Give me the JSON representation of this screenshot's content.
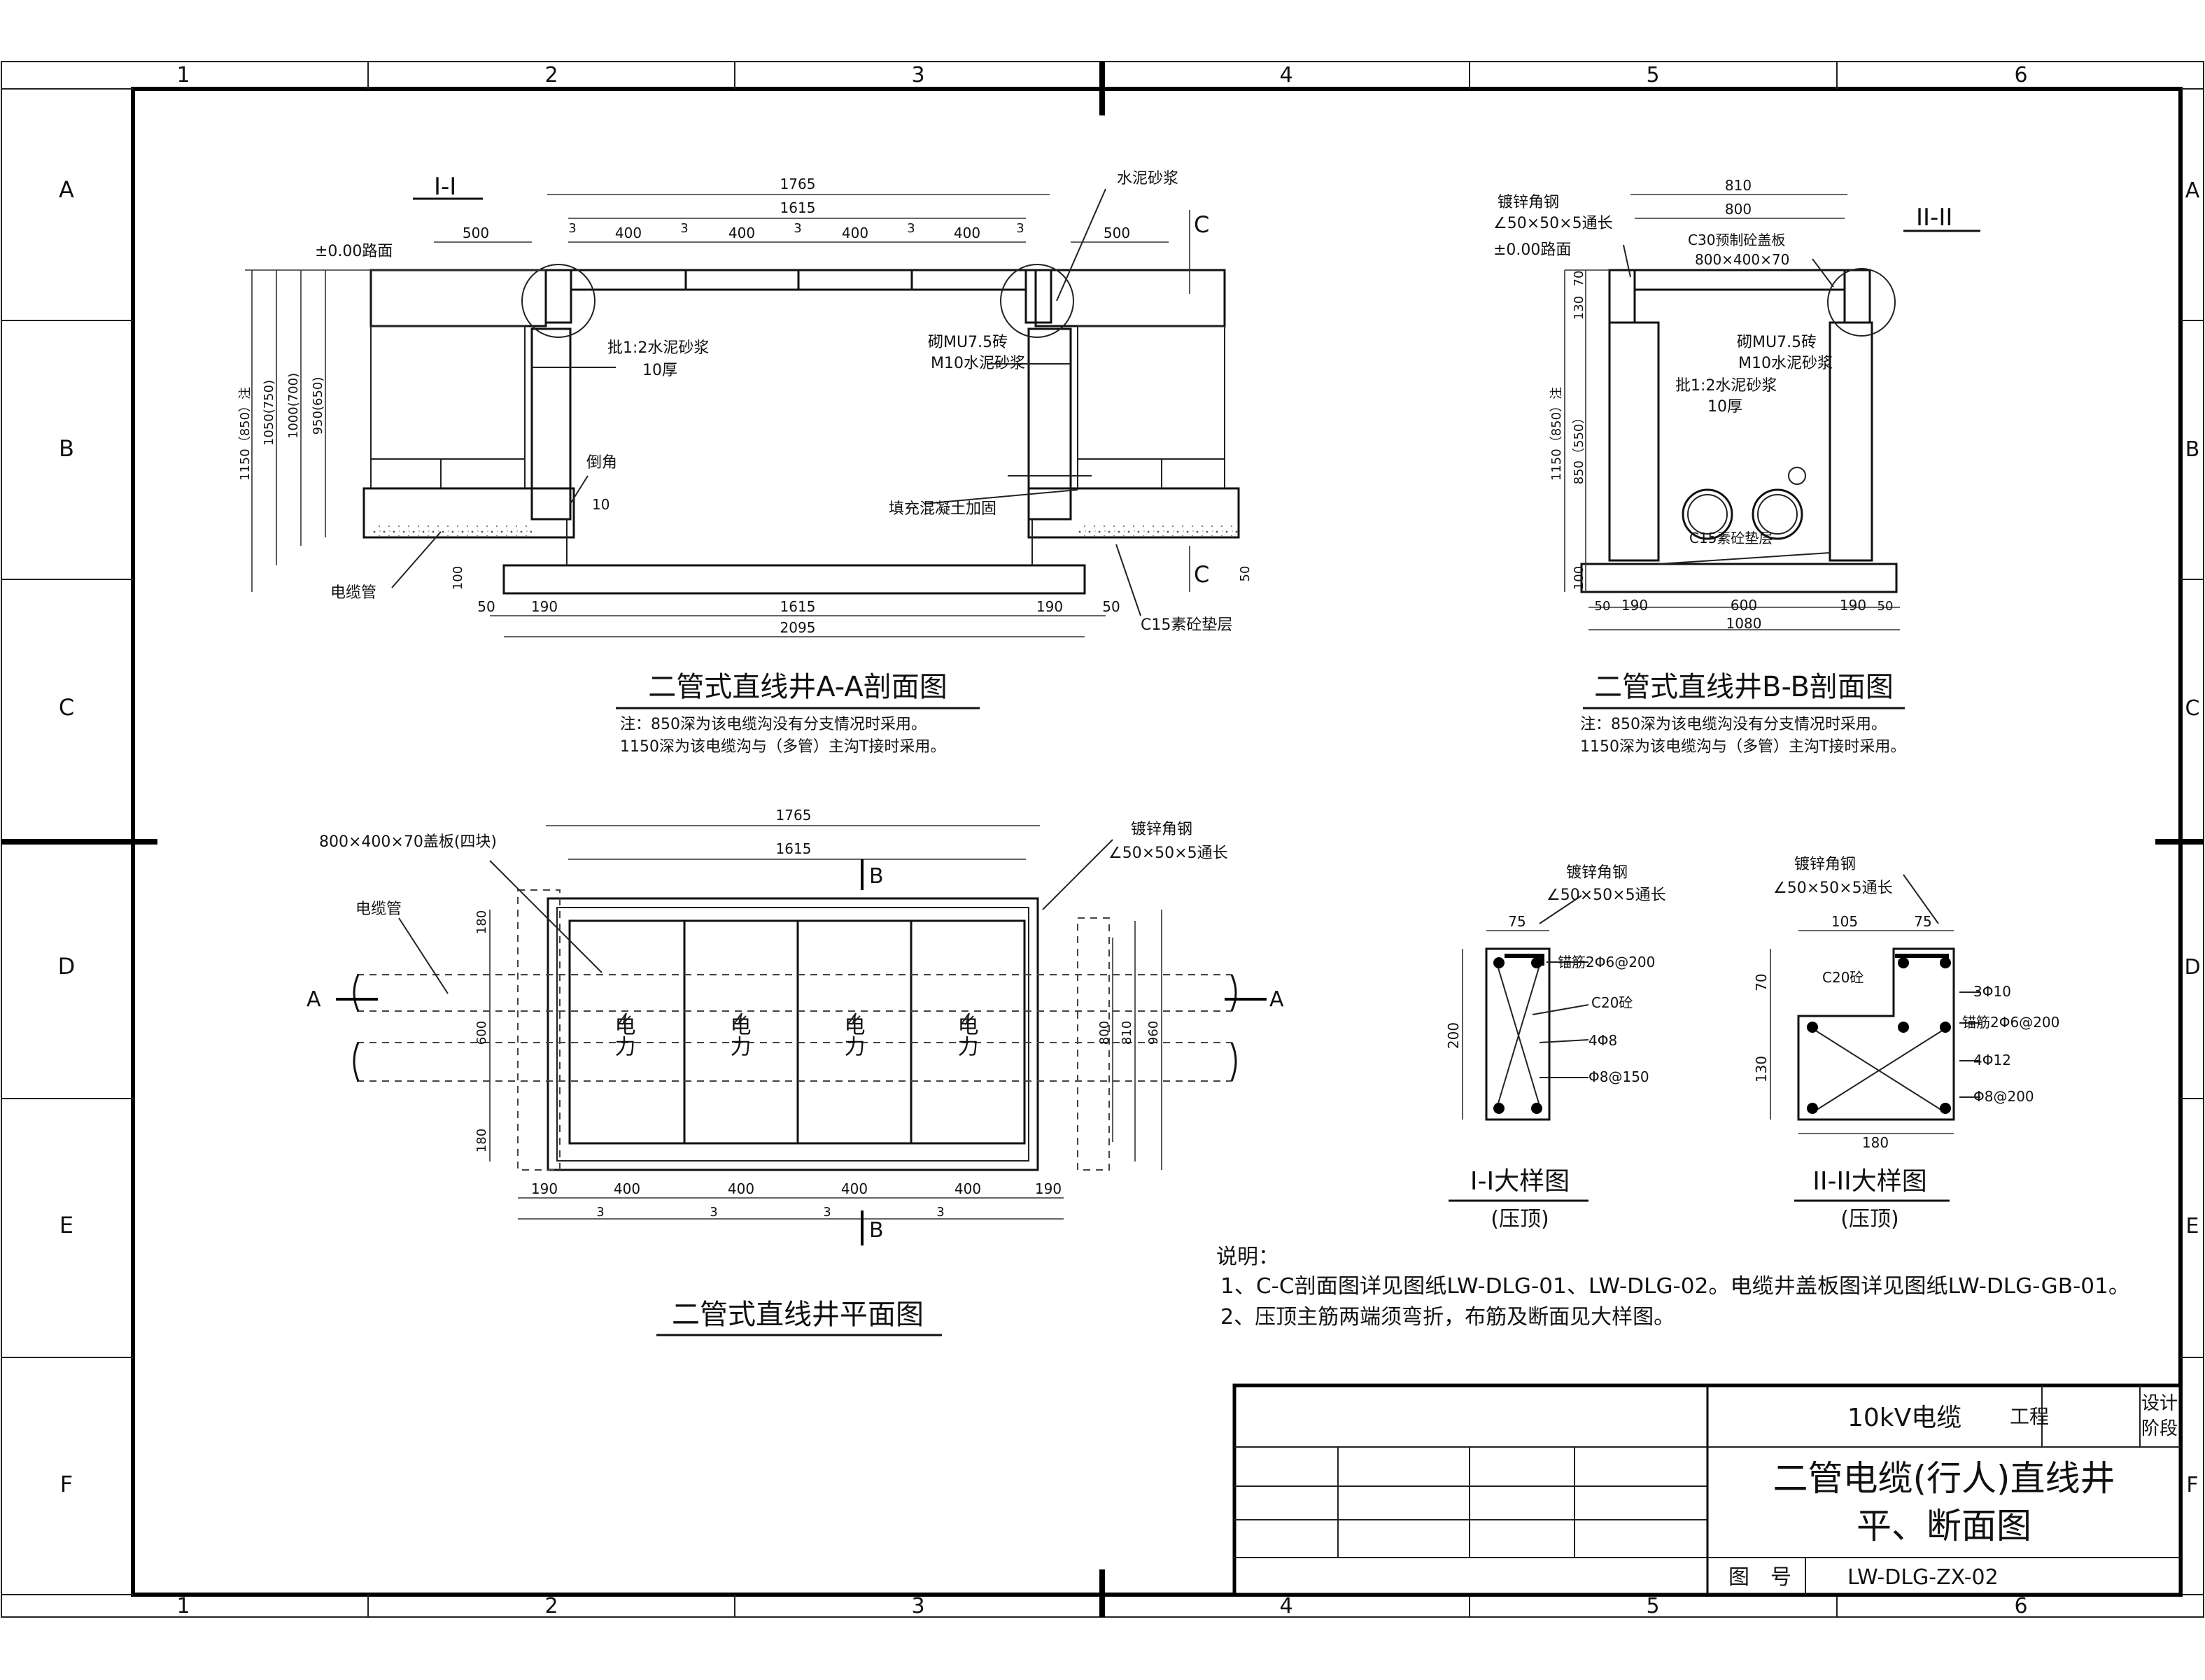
{
  "grid": {
    "columns": [
      "1",
      "2",
      "3",
      "4",
      "5",
      "6"
    ],
    "rows": [
      "A",
      "B",
      "C",
      "D",
      "E",
      "F"
    ]
  },
  "section_aa": {
    "marker": "I-I",
    "cut_mark": "C",
    "title": "二管式直线井A-A剖面图",
    "dims_top": [
      "1765",
      "1615",
      "3",
      "400",
      "3",
      "400",
      "3",
      "400",
      "3",
      "400",
      "3",
      "500",
      "500"
    ],
    "dims_left": [
      "1150（850）注",
      "1050(750)",
      "1000(700)",
      "950(650)"
    ],
    "dims_bottom": [
      "50",
      "190",
      "1615",
      "190",
      "50",
      "2095",
      "100",
      "10",
      "50"
    ],
    "labels": {
      "road": "±0.00路面",
      "cement": "水泥砂浆",
      "plaster_1": "批1:2水泥砂浆",
      "plaster_2": "10厚",
      "brick_1": "砌MU7.5砖",
      "brick_2": "M10水泥砂浆",
      "chamfer": "倒角",
      "fill": "填充混凝土加固",
      "pipe": "电缆管",
      "cushion": "C15素砼垫层"
    },
    "note_1": "注：850深为该电缆沟没有分支情况时采用。",
    "note_2": "1150深为该电缆沟与（多管）主沟T接时采用。"
  },
  "section_bb": {
    "marker": "II-II",
    "title": "二管式直线井B-B剖面图",
    "dims_top": [
      "810",
      "800"
    ],
    "dims_left": [
      "130",
      "70",
      "1150（850）注",
      "850（550）"
    ],
    "dims_bottom": [
      "50",
      "190",
      "600",
      "190",
      "50",
      "1080",
      "100"
    ],
    "labels": {
      "angle_1": "镀锌角钢",
      "angle_2": "∠50×50×5通长",
      "road": "±0.00路面",
      "slab_1": "C30预制砼盖板",
      "slab_2": "800×400×70",
      "brick_1": "砌MU7.5砖",
      "brick_2": "M10水泥砂浆",
      "plaster_1": "批1:2水泥砂浆",
      "plaster_2": "10厚",
      "cushion": "C15素砼垫层"
    },
    "note_1": "注：850深为该电缆沟没有分支情况时采用。",
    "note_2": "1150深为该电缆沟与（多管）主沟T接时采用。"
  },
  "plan": {
    "title": "二管式直线井平面图",
    "dims_top": [
      "1765",
      "1615"
    ],
    "dims_bottom": [
      "190",
      "400",
      "400",
      "400",
      "400",
      "190",
      "3",
      "3",
      "3",
      "3"
    ],
    "dims_left": [
      "180",
      "600",
      "180"
    ],
    "dims_right": [
      "800",
      "810",
      "960"
    ],
    "cut_b": "B",
    "cut_a": "A",
    "labels": {
      "cover": "800×400×70盖板(四块)",
      "pipe": "电缆管",
      "angle_1": "镀锌角钢",
      "angle_2": "∠50×50×5通长"
    },
    "panel_text": "电力"
  },
  "detail_1": {
    "title": "I-I大样图",
    "subtitle": "(压顶)",
    "dims": [
      "75",
      "200"
    ],
    "labels": {
      "angle_1": "镀锌角钢",
      "angle_2": "∠50×50×5通长",
      "anchor": "锚筋2Φ6@200",
      "concrete": "C20砼",
      "rebar_main": "4Φ8",
      "stirrup": "Φ8@150"
    }
  },
  "detail_2": {
    "title": "II-II大样图",
    "subtitle": "(压顶)",
    "dims": [
      "105",
      "75",
      "70",
      "130",
      "180"
    ],
    "labels": {
      "angle_1": "镀锌角钢",
      "angle_2": "∠50×50×5通长",
      "concrete": "C20砼",
      "rebar_top": "3Φ10",
      "anchor": "锚筋2Φ6@200",
      "rebar_main": "4Φ12",
      "stirrup": "Φ8@200"
    }
  },
  "notes": {
    "heading": "说明：",
    "line_1": "1、C-C剖面图详见图纸LW-DLG-01、LW-DLG-02。电缆井盖板图详见图纸LW-DLG-GB-01。",
    "line_2": "2、压顶主筋两端须弯折，布筋及断面见大样图。"
  },
  "title_block": {
    "project": "10kV电缆",
    "project_suffix": "工程",
    "stage_1": "设计",
    "stage_2": "阶段",
    "drawing_title_1": "二管电缆(行人)直线井",
    "drawing_title_2": "平、断面图",
    "number_label": "图　号",
    "number": "LW-DLG-ZX-02"
  },
  "colors": {
    "line": "#111111",
    "hatch": "#333333",
    "paper": "#ffffff"
  }
}
